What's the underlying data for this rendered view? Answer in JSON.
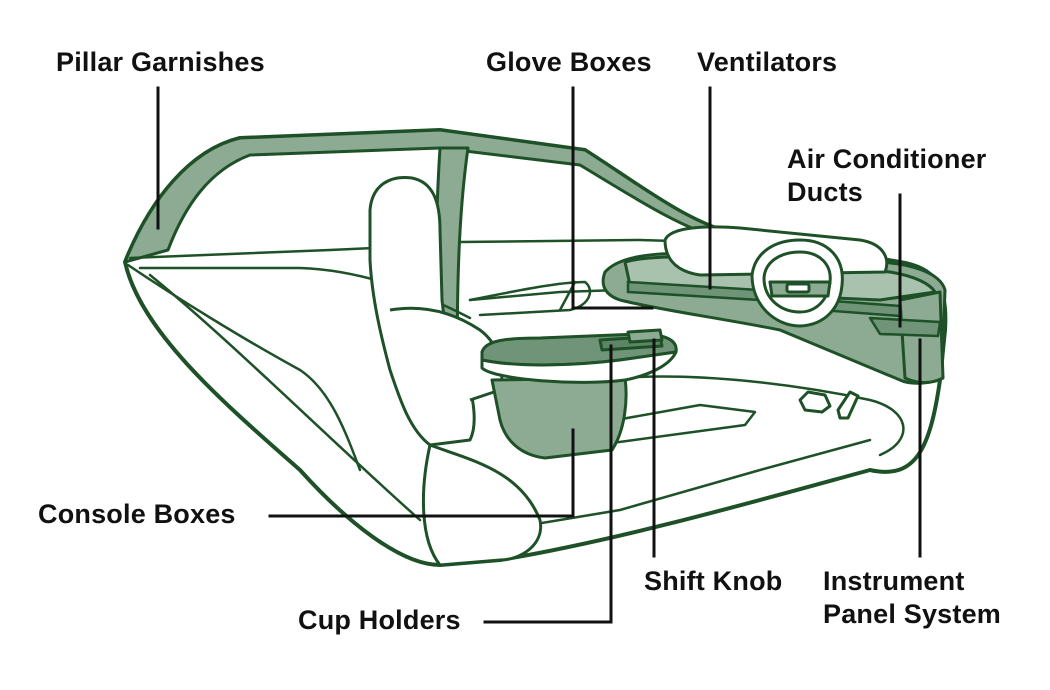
{
  "diagram": {
    "labels": {
      "pillar_garnishes": "Pillar Garnishes",
      "glove_boxes": "Glove Boxes",
      "ventilators": "Ventilators",
      "air_conditioner_ducts_line1": "Air Conditioner",
      "air_conditioner_ducts_line2": "Ducts",
      "console_boxes": "Console Boxes",
      "shift_knob": "Shift Knob",
      "instrument_panel_line1": "Instrument",
      "instrument_panel_line2": "Panel System",
      "cup_holders": "Cup Holders"
    },
    "colors": {
      "outline": "#1e5128",
      "highlight_fill": "#8cab92",
      "highlight_fill_dark": "#6f9477",
      "body_fill": "#ffffff",
      "leader_line": "#111111"
    }
  }
}
